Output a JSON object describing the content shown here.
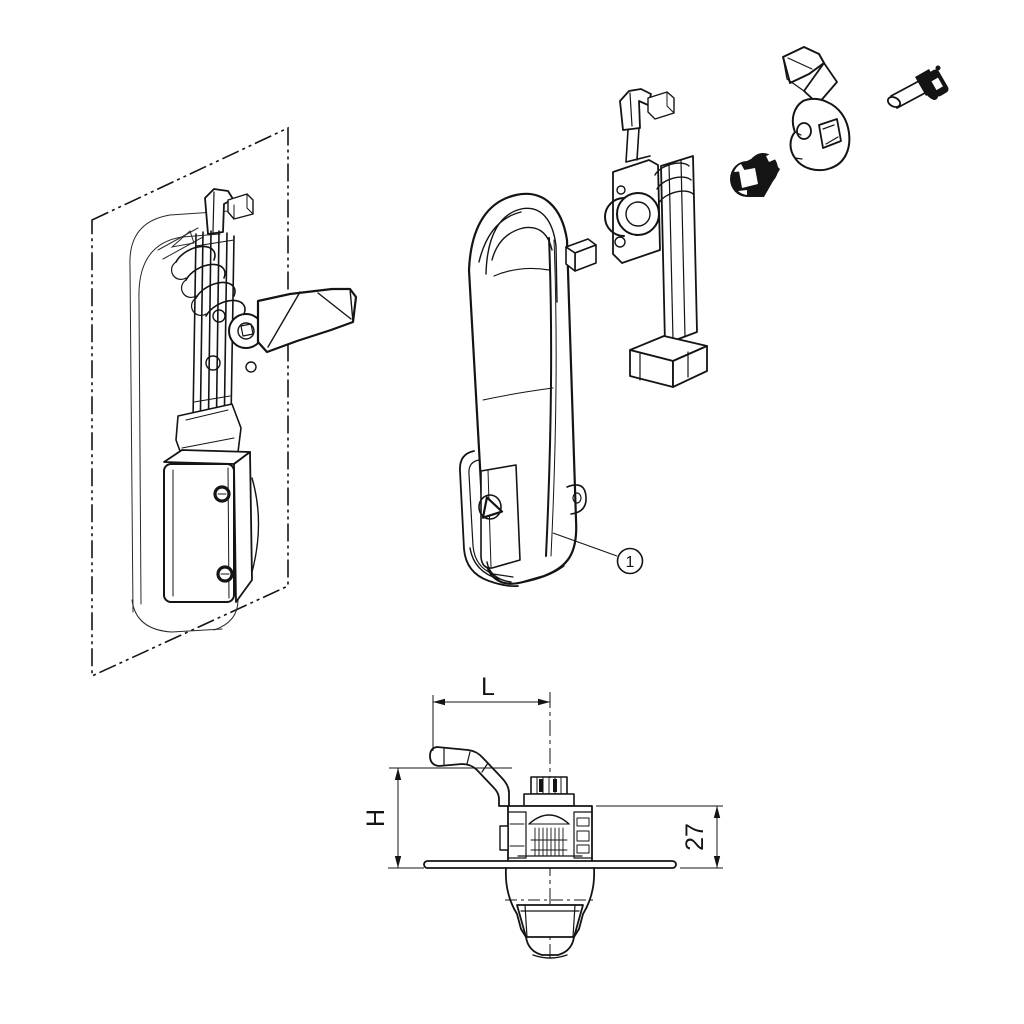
{
  "page": {
    "background_color": "#ffffff",
    "line_color": "#141414"
  },
  "callout": {
    "number": "1"
  },
  "dimensions": {
    "length_label": "L",
    "height_label": "H",
    "depth_label": "27"
  },
  "icons": {
    "mounting_panel": "phantom-panel-outline",
    "installed_assembly": "swing-handle-lock-installed",
    "swing_handle": "swing-handle-front",
    "lock_mechanism": "lock-mechanism-body",
    "square_bushing": "square-drive-bushing",
    "cam_lever": "locking-cam",
    "screw": "fixing-screw",
    "side_view": "side-profile-dimension-view"
  }
}
